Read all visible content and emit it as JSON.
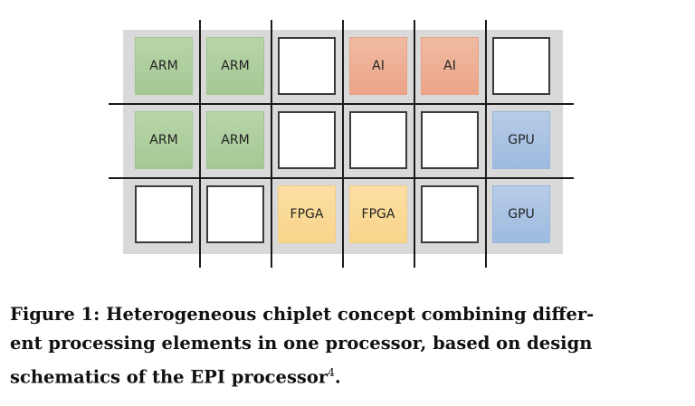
{
  "figure": {
    "grid": [
      [
        {
          "label": "ARM",
          "type": "arm"
        },
        {
          "label": "ARM",
          "type": "arm"
        },
        {
          "label": "",
          "type": "empty"
        },
        {
          "label": "AI",
          "type": "ai"
        },
        {
          "label": "AI",
          "type": "ai"
        },
        {
          "label": "",
          "type": "empty"
        }
      ],
      [
        {
          "label": "ARM",
          "type": "arm"
        },
        {
          "label": "ARM",
          "type": "arm"
        },
        {
          "label": "",
          "type": "empty"
        },
        {
          "label": "",
          "type": "empty"
        },
        {
          "label": "",
          "type": "empty"
        },
        {
          "label": "GPU",
          "type": "gpu"
        }
      ],
      [
        {
          "label": "",
          "type": "empty"
        },
        {
          "label": "",
          "type": "empty"
        },
        {
          "label": "FPGA",
          "type": "fpga"
        },
        {
          "label": "FPGA",
          "type": "fpga"
        },
        {
          "label": "",
          "type": "empty"
        },
        {
          "label": "GPU",
          "type": "gpu"
        }
      ]
    ],
    "colors": {
      "arm": "#a9cb98",
      "ai": "#eda98c",
      "fpga": "#fad992",
      "gpu": "#a5c0e3",
      "background": "#d9d9d9"
    }
  },
  "caption": {
    "line1": "Figure 1: Heterogeneous chiplet concept combining differ-",
    "line2": "ent processing elements in one processor, based on design",
    "line3": "schematics of the EPI processor",
    "footnote": "4",
    "end": "."
  }
}
